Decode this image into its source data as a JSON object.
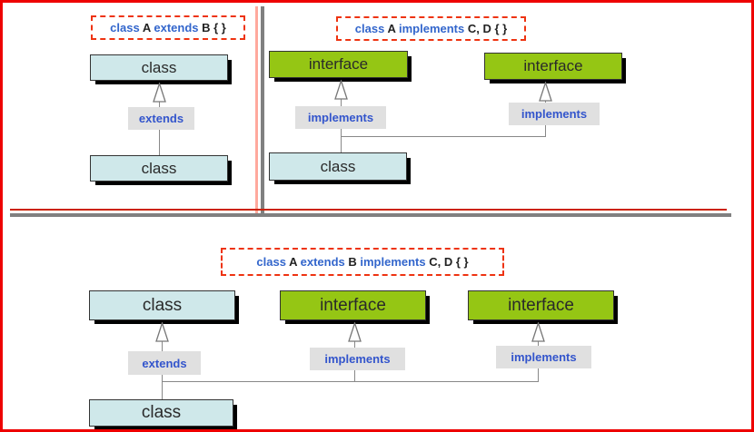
{
  "colors": {
    "outer_border": "#ee0000",
    "declaration_border": "#ee3311",
    "keyword_text": "#3366cc",
    "plain_text": "#222222",
    "class_box_fill": "#cfe8ea",
    "interface_box_fill": "#95c614",
    "box_shadow": "#000000",
    "edge_label_bg": "#e0e0e0",
    "edge_label_text": "#3355cc",
    "connector_line": "#888888",
    "divider_gray": "#808080",
    "divider_salmon": "#ffa99d",
    "divider_red": "#cc2200"
  },
  "panels": {
    "extends_only": {
      "declaration": [
        "class",
        " A ",
        "extends",
        " B { }"
      ],
      "parent_box": "class",
      "child_box": "class",
      "edge_label": "extends"
    },
    "implements_only": {
      "declaration": [
        "class",
        " A ",
        "implements",
        " C, D { }"
      ],
      "interface_box_1": "interface",
      "interface_box_2": "interface",
      "class_box": "class",
      "edge_label_1": "implements",
      "edge_label_2": "implements"
    },
    "extends_implements": {
      "declaration": [
        "class",
        " A ",
        "extends",
        " B ",
        "implements",
        " C, D { }"
      ],
      "parent_box": "class",
      "interface_box_1": "interface",
      "interface_box_2": "interface",
      "child_box": "class",
      "extends_label": "extends",
      "implements_label_1": "implements",
      "implements_label_2": "implements"
    }
  }
}
